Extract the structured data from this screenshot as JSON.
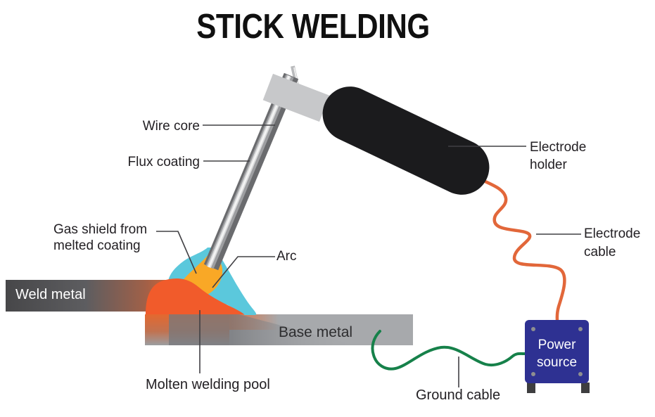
{
  "title": "STICK WELDING",
  "labels": {
    "wire_core": "Wire core",
    "flux_coating": "Flux coating",
    "electrode_holder": [
      "Electrode",
      "holder"
    ],
    "electrode_cable": [
      "Electrode",
      "cable"
    ],
    "gas_shield": [
      "Gas shield from",
      "melted coating"
    ],
    "arc": "Arc",
    "weld_metal": "Weld metal",
    "base_metal": "Base metal",
    "molten_pool": "Molten welding pool",
    "ground_cable": "Ground cable",
    "power_source": [
      "Power",
      "source"
    ]
  },
  "colors": {
    "molten_pool": "#F15B2B",
    "arc_flame": "#F9A826",
    "gas_shield": "#5BC8DC",
    "electrode_cable": "#E2673A",
    "ground_cable": "#16814A",
    "power_source_box": "#2E3192",
    "holder_black": "#1B1B1D",
    "clamp_gray": "#C7C8CA",
    "base_metal_gray": "#A7A9AC",
    "weld_metal_dark": "#48484A",
    "leader_line": "#414044"
  }
}
